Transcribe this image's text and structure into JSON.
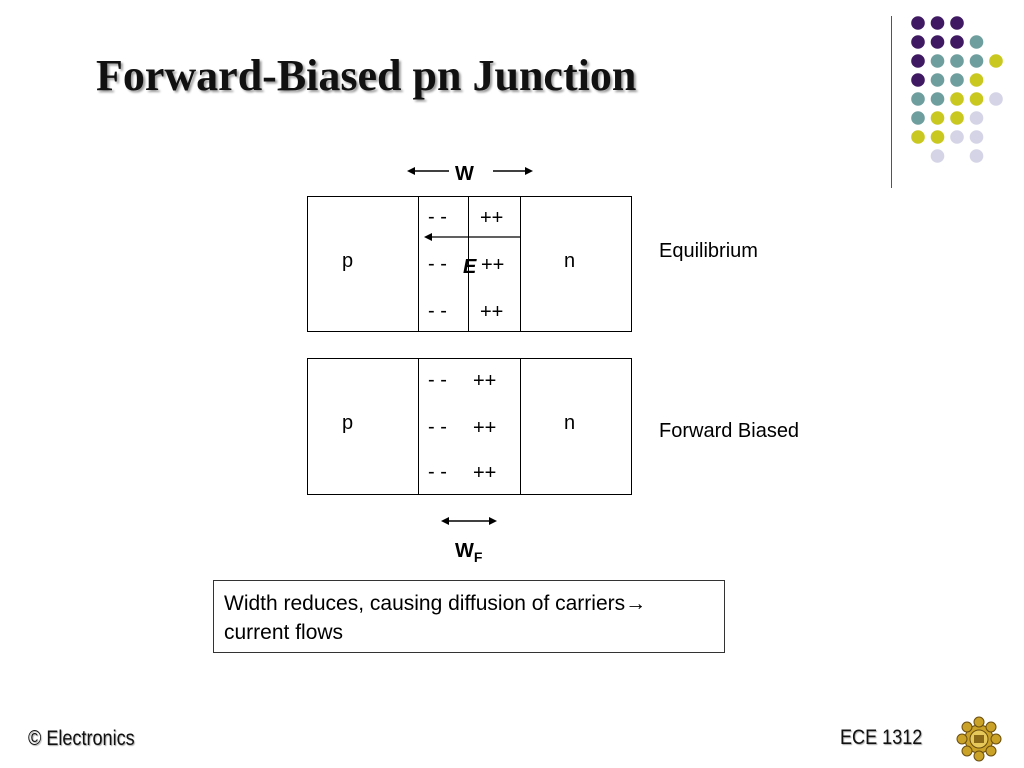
{
  "slide": {
    "title": "Forward-Biased pn Junction"
  },
  "diagram": {
    "width_label": "W",
    "equilibrium": {
      "p_label": "p",
      "n_label": "n",
      "minus_rows": [
        "- -",
        "- -",
        "- -"
      ],
      "plus_rows": [
        "++",
        "++",
        "++"
      ],
      "field_label": "E",
      "state_label": "Equilibrium"
    },
    "forward": {
      "p_label": "p",
      "n_label": "n",
      "minus_rows": [
        "- -",
        "- -",
        "- -"
      ],
      "plus_rows": [
        "++",
        "++",
        "++"
      ],
      "state_label": "Forward Biased"
    },
    "forward_width_label": "W",
    "forward_width_subscript": "F"
  },
  "note": {
    "text_before_arrow": "Width reduces, causing diffusion of carriers",
    "arrow": "→",
    "text_after_arrow": " current flows"
  },
  "footer": {
    "left": "© Electronics",
    "right": "ECE 1312",
    "logo": "university-crest-icon"
  },
  "colors": {
    "purple": "#3f1a63",
    "teal": "#6f9e9e",
    "yellow": "#c9c820",
    "lavender": "#d4d4e6"
  }
}
